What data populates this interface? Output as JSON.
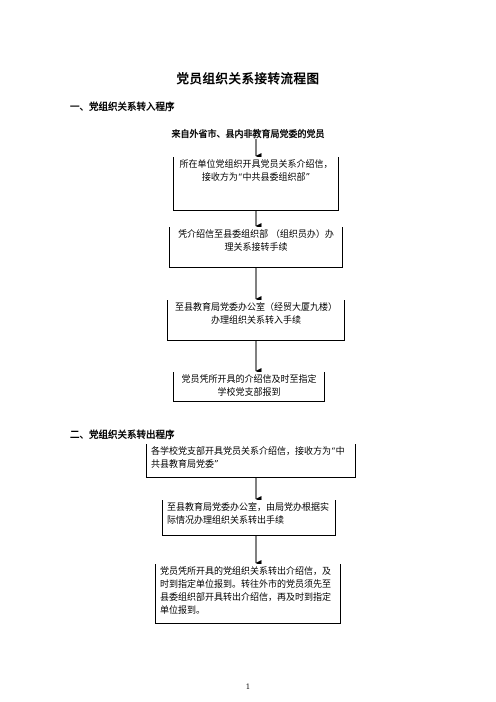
{
  "document": {
    "title": "党员组织关系接转流程图",
    "page_number": "1"
  },
  "section_in": {
    "heading": "一、党组织关系转入程序",
    "source": "来自外省市、县内非教育局党委的党员",
    "steps": [
      "所在单位党组织开具党员关系介绍信，接收方为“中共县委组织部”",
      "凭介绍信至县委组织部 （组织员办）办理关系接转手续",
      "至县教育局党委办公室（经贸大厦九楼）办理组织关系转入手续",
      "党员凭所开具的介绍信及时至指定学校党支部报到"
    ]
  },
  "section_out": {
    "heading": "二、党组织关系转出程序",
    "steps": [
      "各学校党支部开具党员关系介绍信，接收方为“中共县教育局党委”",
      "至县教育局党委办公室，由局党办根据实际情况办理组织关系转出手续",
      "党员凭所开具的党组织关系转出介绍信，及时到指定单位报到。转往外市的党员须先至县委组织部开具转出介绍信，再及时到指定单位报到。"
    ]
  }
}
